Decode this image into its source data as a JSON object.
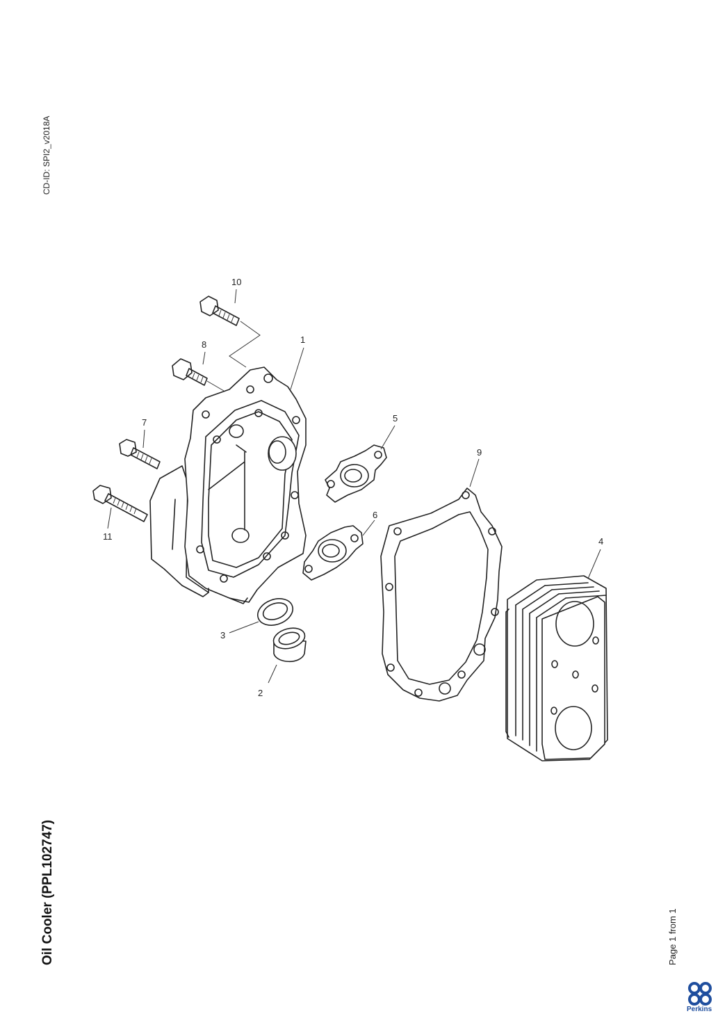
{
  "header": {
    "cd_id": "CD-ID: SPI2_v2018A"
  },
  "title": "Oil Cooler (PPL102747)",
  "footer": {
    "page_label": "Page 1 from 1",
    "brand": "Perkins"
  },
  "callouts": [
    "1",
    "2",
    "3",
    "4",
    "5",
    "6",
    "7",
    "8",
    "9",
    "10",
    "11"
  ]
}
